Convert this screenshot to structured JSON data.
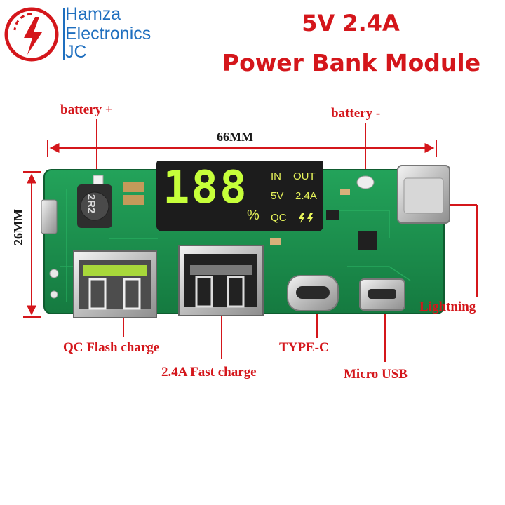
{
  "brand": {
    "line1": "Hamza",
    "line2": "Electronics",
    "line3": "JC"
  },
  "title": {
    "line1": "5V 2.4A",
    "line2": "Power Bank Module"
  },
  "labels": {
    "battery_plus": "battery +",
    "battery_minus": "battery -",
    "qc_flash": "QC Flash charge",
    "fast_charge": "2.4A Fast charge",
    "type_c": "TYPE-C",
    "micro_usb": "Micro USB",
    "lightning": "Lightning"
  },
  "dimensions": {
    "width": "66MM",
    "height": "26MM"
  },
  "display": {
    "digits": "188",
    "percent": "%",
    "in": "IN",
    "out": "OUT",
    "volt": "5V",
    "amp": "2.4A",
    "qc": "QC"
  },
  "board_marks": {
    "inductor": "2R2"
  },
  "colors": {
    "accent_red": "#d4161b",
    "brand_blue": "#1f6fbf",
    "pcb_green": "#1c8a4a",
    "display_digit": "#c6ff3a"
  }
}
